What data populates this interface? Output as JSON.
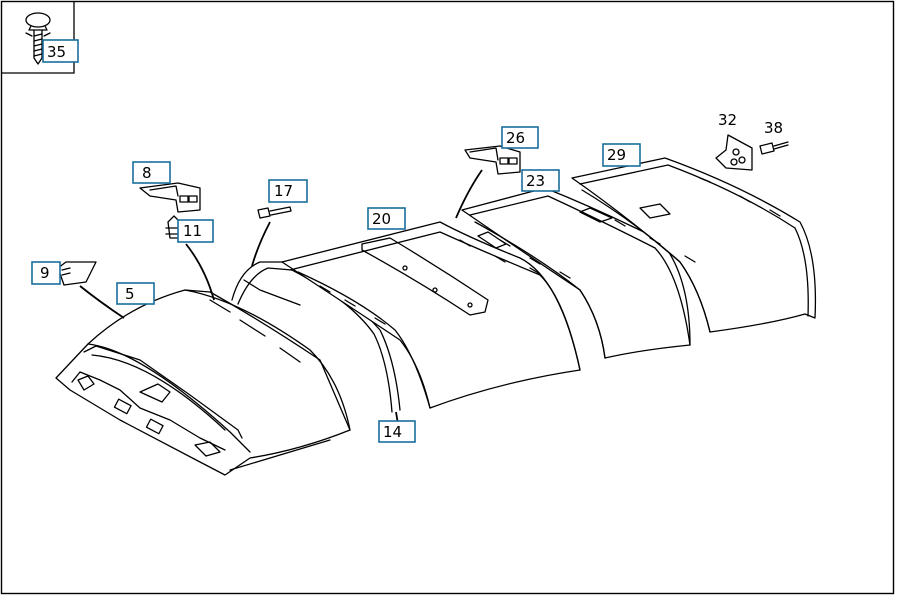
{
  "diagram": {
    "callouts": [
      {
        "id": "c35",
        "label": "35",
        "boxed": true
      },
      {
        "id": "c8",
        "label": "8",
        "boxed": true
      },
      {
        "id": "c9",
        "label": "9",
        "boxed": true
      },
      {
        "id": "c5",
        "label": "5",
        "boxed": true
      },
      {
        "id": "c11",
        "label": "11",
        "boxed": true
      },
      {
        "id": "c17",
        "label": "17",
        "boxed": true
      },
      {
        "id": "c20",
        "label": "20",
        "boxed": true
      },
      {
        "id": "c14",
        "label": "14",
        "boxed": true
      },
      {
        "id": "c26",
        "label": "26",
        "boxed": true
      },
      {
        "id": "c23",
        "label": "23",
        "boxed": true
      },
      {
        "id": "c29",
        "label": "29",
        "boxed": true
      },
      {
        "id": "c32",
        "label": "32",
        "boxed": false
      },
      {
        "id": "c38",
        "label": "38",
        "boxed": false
      }
    ]
  },
  "colors": {
    "callout_border": "#1a6e9c",
    "line": "#000000",
    "background": "#ffffff"
  }
}
